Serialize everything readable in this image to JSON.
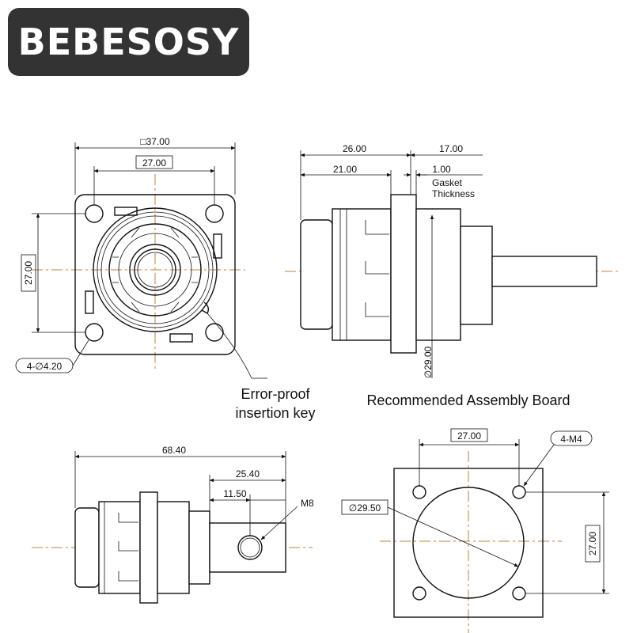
{
  "brand": {
    "name": "BEBESOSY",
    "bg_color": "#333333",
    "text_color": "#ffffff"
  },
  "front_view": {
    "square_size": "□37.00",
    "hole_spacing_h": "27.00",
    "hole_spacing_v": "27.00",
    "hole_callout": "4-∅4.20",
    "key_label_line1": "Error-proof",
    "key_label_line2": "insertion key"
  },
  "side_view": {
    "length_left": "26.00",
    "length_right": "17.00",
    "body_length": "21.00",
    "gasket_dim": "1.00",
    "gasket_line1": "Gasket",
    "gasket_line2": "Thickness",
    "diameter": "∅29.00"
  },
  "bottom_view": {
    "total_length": "68.40",
    "stud_length": "25.40",
    "hole_offset": "11.50",
    "thread": "M8"
  },
  "assembly_board": {
    "title": "Recommended Assembly Board",
    "hole_spacing_h": "27.00",
    "hole_spacing_v": "27.00",
    "hole_callout": "4-M4",
    "cutout_diameter": "∅29.50"
  },
  "colors": {
    "centerline": "#c08040",
    "line": "#111111"
  }
}
